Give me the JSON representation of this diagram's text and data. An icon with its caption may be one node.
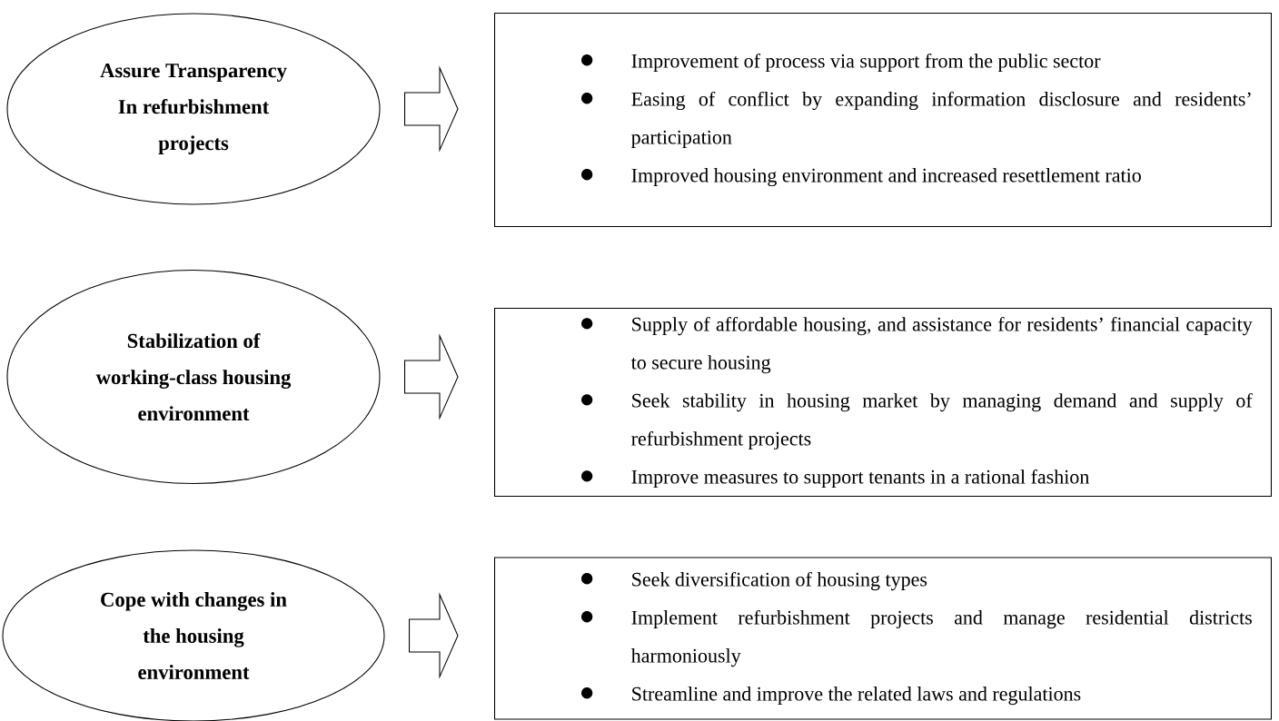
{
  "diagram": {
    "nodes": [
      {
        "text": [
          "Assure Transparency In refurbishment projects"
        ]
      },
      {
        "text": [
          "Improvement of process via support from the public sector",
          "Easing of conflict by expanding information disclosure and residents’ participation",
          "Improved housing environment and increased resettlement ratio"
        ]
      },
      {
        "text": [
          "Stabilization of working-class housing environment"
        ]
      },
      {
        "text": [
          "Supply of affordable housing, and assistance for residents’ financial capacity to secure housing",
          "Seek stability in housing market by managing demand and supply of refurbishment projects",
          "Improve measures to support tenants in a rational fashion"
        ]
      },
      {
        "text": [
          "Cope with changes in the housing environment"
        ]
      },
      {
        "text": [
          "Seek diversification of housing types",
          "Implement refurbishment projects and manage residential districts harmoniously",
          "Streamline and improve the related laws and regulations"
        ]
      }
    ],
    "edges": [
      {
        "from": 0,
        "to": 1,
        "arrow": "to"
      },
      {
        "from": 2,
        "to": 3,
        "arrow": "to"
      },
      {
        "from": 4,
        "to": 5,
        "arrow": "to"
      }
    ]
  }
}
